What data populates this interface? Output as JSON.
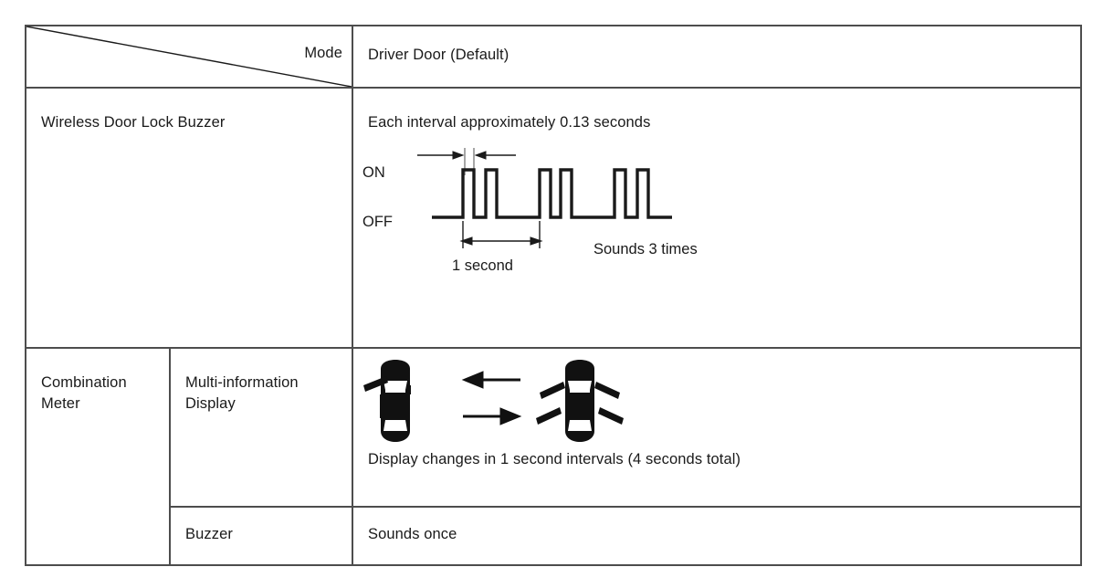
{
  "document": {
    "type": "specification-table",
    "title_cell": {
      "axis_label": "Mode",
      "diagonal_divider": true
    },
    "columns": {
      "row_header_1": "",
      "row_header_2": "",
      "value_header": "Driver Door (Default)"
    },
    "rows": [
      {
        "id": "wireless-door-lock-buzzer",
        "label_a": "Wireless Door Lock Buzzer",
        "label_b": null,
        "content_lines": [
          "Each interval approximately 0.13 seconds"
        ],
        "figure": "buzzer-waveform"
      },
      {
        "id": "combination-meter-multi-information-display",
        "label_a": "Combination Meter",
        "label_b": "Multi-information Display",
        "content_lines": [
          "Display changes in 1 second intervals (4 seconds total)"
        ],
        "figure": "door-indicator-icons"
      },
      {
        "id": "combination-meter-buzzer",
        "label_a": null,
        "label_b": "Buzzer",
        "content_lines": [
          "Sounds once"
        ],
        "figure": null
      }
    ]
  },
  "waveform": {
    "level_high_label": "ON",
    "level_low_label": "OFF",
    "interval_caption": "1 second",
    "repeat_caption": "Sounds 3 times",
    "pulse_count": 6,
    "burst_count": 3,
    "pulse_width_seconds": 0.13,
    "cycle_seconds": 1,
    "top_dimension": "pulse-interval-marker"
  },
  "car_icons": {
    "left_icon": "car-driver-door-open-icon",
    "right_icon": "car-all-doors-flashing-icon",
    "arrow_upper": "arrow-left-icon",
    "arrow_lower": "arrow-right-icon"
  },
  "colors": {
    "ink": "#1a1a1a",
    "border": "#4d4d4d",
    "page": "#ffffff"
  }
}
